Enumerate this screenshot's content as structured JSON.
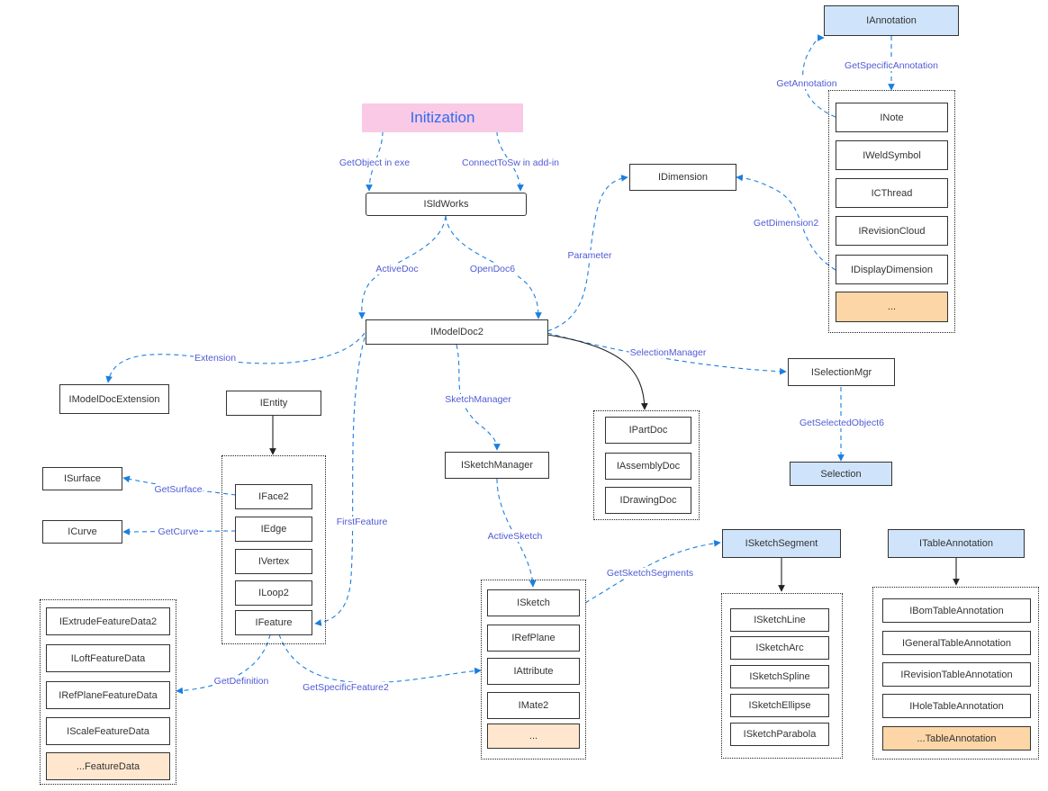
{
  "colors": {
    "edge_dashed": "#1a7fe0",
    "edge_solid": "#222222",
    "label": "#4f5bd5",
    "node_blue": "#cfe4fb",
    "node_pink": "#f9c9e6",
    "node_orange": "#fcd6a6",
    "title_text": "#2f6cf0"
  },
  "nodes": {
    "initization": "Initization",
    "isldworks": "ISldWorks",
    "imodeldoc2": "IModelDoc2",
    "idimension": "IDimension",
    "iannotation": "IAnnotation",
    "inote": "INote",
    "iweldsymbol": "IWeldSymbol",
    "ithread": "ICThread",
    "irevisioncloud": "IRevisionCloud",
    "idisplaydimension": "IDisplayDimension",
    "annotation_more": "...",
    "imodeldocextension": "IModelDocExtension",
    "ientity": "IEntity",
    "isurface": "ISurface",
    "icurve": "ICurve",
    "iface2": "IFace2",
    "iedge": "IEdge",
    "ivertex": "IVertex",
    "iloop2": "ILoop2",
    "ifeature": "IFeature",
    "iextrudefeaturedata2": "IExtrudeFeatureData2",
    "iloftfeaturedata": "ILoftFeatureData",
    "irefplanefeaturedata": "IRefPlaneFeatureData",
    "iscalefeaturedata": "IScaleFeatureData",
    "featuredata_more": "...FeatureData",
    "isketchmanager": "ISketchManager",
    "isketch": "ISketch",
    "irefplane": "IRefPlane",
    "iattribute": "IAttribute",
    "imate2": "IMate2",
    "sketch_more": "...",
    "ipartdoc": "IPartDoc",
    "iassemblydoc": "IAssemblyDoc",
    "idrawingdoc": "IDrawingDoc",
    "iselectionmgr": "ISelectionMgr",
    "selection": "Selection",
    "isketchsegment": "ISketchSegment",
    "isketchline": "ISketchLine",
    "isketcharc": "ISketchArc",
    "isketchspline": "ISketchSpline",
    "isketchellipse": "ISketchEllipse",
    "isketchparabola": "ISketchParabola",
    "itableannotation": "ITableAnnotation",
    "ibomtableannotation": "IBomTableAnnotation",
    "igeneraltableannotation": "IGeneralTableAnnotation",
    "irevisiontableannotation": "IRevisionTableAnnotation",
    "iholetableannotation": "IHoleTableAnnotation",
    "tableannotation_more": "...TableAnnotation"
  },
  "edge_labels": {
    "getobject": "GetObject in exe",
    "connecttosw": "ConnectToSw in add-in",
    "activedoc": "ActiveDoc",
    "opendoc6": "OpenDoc6",
    "parameter": "Parameter",
    "getdimension2": "GetDimension2",
    "getannotation": "GetAnnotation",
    "getspecificannotation": "GetSpecificAnnotation",
    "extension": "Extension",
    "selectionmanager": "SelectionManager",
    "getselectedobject6": "GetSelectedObject6",
    "sketchmanager": "SketchManager",
    "activesketch": "ActiveSketch",
    "getsketchsegments": "GetSketchSegments",
    "firstfeature": "FirstFeature",
    "getsurface": "GetSurface",
    "getcurve": "GetCurve",
    "getdefinition": "GetDefinition",
    "getspecificfeature2": "GetSpecificFeature2"
  }
}
